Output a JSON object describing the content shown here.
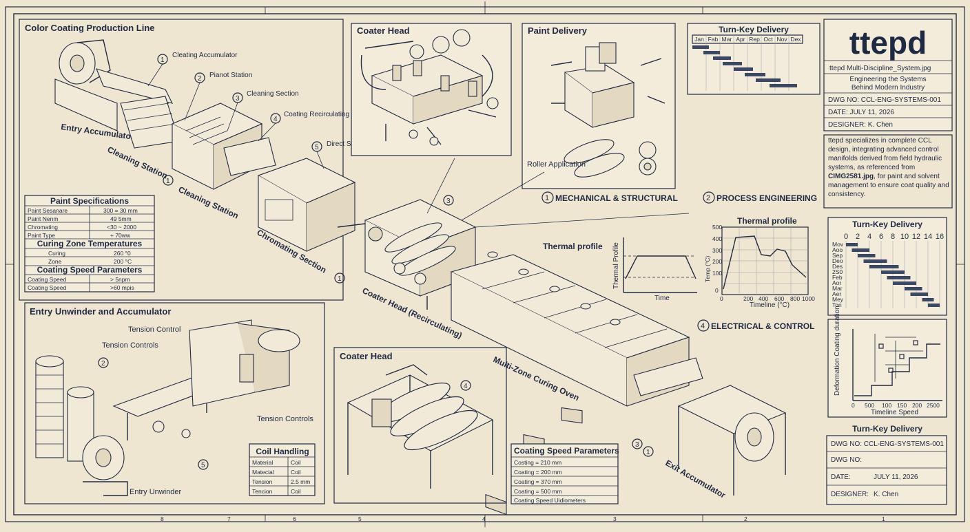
{
  "sheet": {
    "border_ticks": [
      "8",
      "7",
      "6",
      "5",
      "4",
      "3",
      "2",
      "1"
    ]
  },
  "panels": {
    "line_title": "Color Coating Production Line",
    "coater_head_top": "Coater Head",
    "paint_delivery": "Paint Delivery",
    "entry_unwinder_panel": "Entry Unwinder and Accumulator",
    "coater_head_bottom": "Coater Head"
  },
  "callouts": {
    "c1_num": "1",
    "c1_text": "Cleating Accumulator",
    "c2_num": "2",
    "c2_text": "Pianot Station",
    "c3_num": "3",
    "c3_text": "Cleaning Section",
    "c4_num": "4",
    "c4_text": "Coating Recirculating",
    "c5_num": "5",
    "c5_text": "Direct Slock",
    "entry_accumulator": "Entry Accumulator",
    "cleaning_station_a": "Cleaning Station",
    "cleaning_station_b_num": "1",
    "cleaning_station_b": "Cleaning Station",
    "chromating_section": "Chromating Section",
    "coater_head_recirc": "Coater Head (Recirculating)",
    "coater_num_1": "1",
    "coater_num_3": "3",
    "multi_zone_oven": "Multi-Zone Curing Oven",
    "exit_accumulator": "Exit Accumulator",
    "exit_num_3": "3",
    "exit_num_1": "1",
    "roller_application": "Roller Application",
    "tension_control": "Tension Control",
    "tension_controls_a": "Tension Controls",
    "tension_controls_b": "Tension Controls",
    "entry_unwinder": "Entry Unwinder",
    "unwinder_num_2": "2",
    "unwinder_num_5": "5",
    "coater_bottom_num_4": "4"
  },
  "disciplines": [
    {
      "num": "1",
      "label": "MECHANICAL & STRUCTURAL"
    },
    {
      "num": "2",
      "label": "PROCESS ENGINEERING"
    },
    {
      "num": "4",
      "label": "ELECTRICAL & CONTROL"
    }
  ],
  "paint_specs": {
    "title": "Paint Specifications",
    "rows": [
      [
        "Paint Sesanare",
        "300 = 30 mm"
      ],
      [
        "Paint Nenm",
        "49 5mm"
      ],
      [
        "Chromating",
        "<30 ~ 2000"
      ],
      [
        "Paint Type",
        "+ 70ww"
      ]
    ],
    "curing_title": "Curing Zone Temperatures",
    "curing_rows": [
      [
        "Curing",
        "260 °0"
      ],
      [
        "Zone",
        "200 °C"
      ]
    ],
    "speed_title": "Coating Speed Parameters",
    "speed_rows": [
      [
        "Coating Speed",
        "> 5npm"
      ],
      [
        "Coating Speed",
        ">60 mpis"
      ]
    ]
  },
  "coil_handling": {
    "title": "Coil Handling",
    "rows": [
      [
        "Material",
        "Coil"
      ],
      [
        "Matecial",
        "Coil"
      ],
      [
        "Tension",
        "2.5 mm"
      ],
      [
        "Tencion",
        "Coil"
      ]
    ]
  },
  "coating_speed_table": {
    "title": "Coating Speed Parameters",
    "rows": [
      "Costing = 210 mm",
      "Coating = 200 mm",
      "Coating = 370 mm",
      "Coating = 500 mm",
      "Coating Speed Uidiometers"
    ]
  },
  "gantt_top": {
    "title": "Turn-Key Delivery",
    "months": [
      "Jan",
      "Fab",
      "Mar",
      "Apr",
      "Rep",
      "Oct",
      "Nov",
      "Dex"
    ],
    "tasks": [
      [
        0,
        1.2
      ],
      [
        0.8,
        2.0
      ],
      [
        1.5,
        2.8
      ],
      [
        2.2,
        3.6
      ],
      [
        3.0,
        4.4
      ],
      [
        3.8,
        5.3
      ],
      [
        4.6,
        6.4
      ],
      [
        5.6,
        7.6
      ]
    ]
  },
  "gantt_side": {
    "title": "Turn-Key Delivery",
    "axis": [
      "0",
      "2",
      "4",
      "6",
      "8",
      "10",
      "12",
      "14",
      "16"
    ],
    "rows": [
      "Mov",
      "Aoo",
      "Sep",
      "Deo",
      "Des",
      "2S0",
      "Feb",
      "Aor",
      "Mar",
      "Aer",
      "Mey",
      "Ton"
    ],
    "tasks": [
      [
        0,
        2
      ],
      [
        1,
        4
      ],
      [
        2,
        5
      ],
      [
        3,
        7
      ],
      [
        4,
        9
      ],
      [
        6,
        10
      ],
      [
        7,
        11
      ],
      [
        8,
        12
      ],
      [
        10,
        13
      ],
      [
        11,
        14
      ],
      [
        13,
        15
      ],
      [
        14,
        16
      ]
    ]
  },
  "thermal_small": {
    "title": "Thermal profile",
    "ylabel": "Thermal Profile",
    "xlabel": "Time"
  },
  "thermal_large": {
    "title": "Thermal profile",
    "ylabel": "Temp (°C)",
    "xlabel": "Timeline (°C)",
    "yticks": [
      "500",
      "400",
      "300",
      "200",
      "100",
      "0"
    ],
    "xticks": [
      "0",
      "200",
      "400",
      "600",
      "800",
      "1000"
    ]
  },
  "control_chart": {
    "ylabel": "Deformation Coating duration",
    "xlabel": "Timeline Speed",
    "xticks": [
      "0",
      "500",
      "100",
      "150",
      "200",
      "2500"
    ]
  },
  "title_block": {
    "logo": "ttepd",
    "file": "ttepd Multi-Discipline_System.jpg",
    "tagline": "Engineering the Systems Behind Modern Industry",
    "dwg": "DWG NO: CCL-ENG-SYSTEMS-001",
    "date": "DATE: JULY 11, 2026",
    "designer": "DESIGNER: K. Chen",
    "desc_pre": "ttepd specializes in complete CCL design, integrating advanced control manifolds derived from field hydraulic systems, as referenced from ",
    "desc_ref": "CIMG2581.jpg",
    "desc_post": ", for paint and solvent management to ensure coat quality and consistency."
  },
  "title_block_bottom": {
    "title": "Turn-Key Delivery",
    "dwg": "DWG NO: CCL-ENG-SYSTEMS-001",
    "dwg2": "DWG NO:",
    "date_label": "DATE:",
    "date_value": "JULY 11, 2026",
    "designer_label": "DESIGNER:",
    "designer_value": "K. Chen"
  }
}
